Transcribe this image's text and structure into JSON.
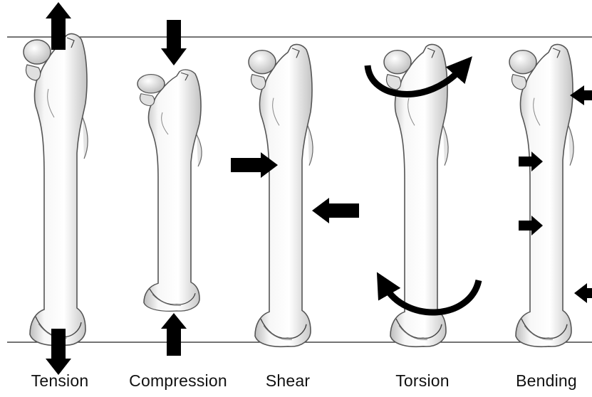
{
  "labels": {
    "tension": "Tension",
    "compression": "Compression",
    "shear": "Shear",
    "torsion": "Torsion",
    "bending": "Bending"
  },
  "colors": {
    "background": "#ffffff",
    "bone_fill": "#f2f2f2",
    "bone_stroke": "#555555",
    "arrow": "#000000",
    "reference_line": "#222222"
  }
}
